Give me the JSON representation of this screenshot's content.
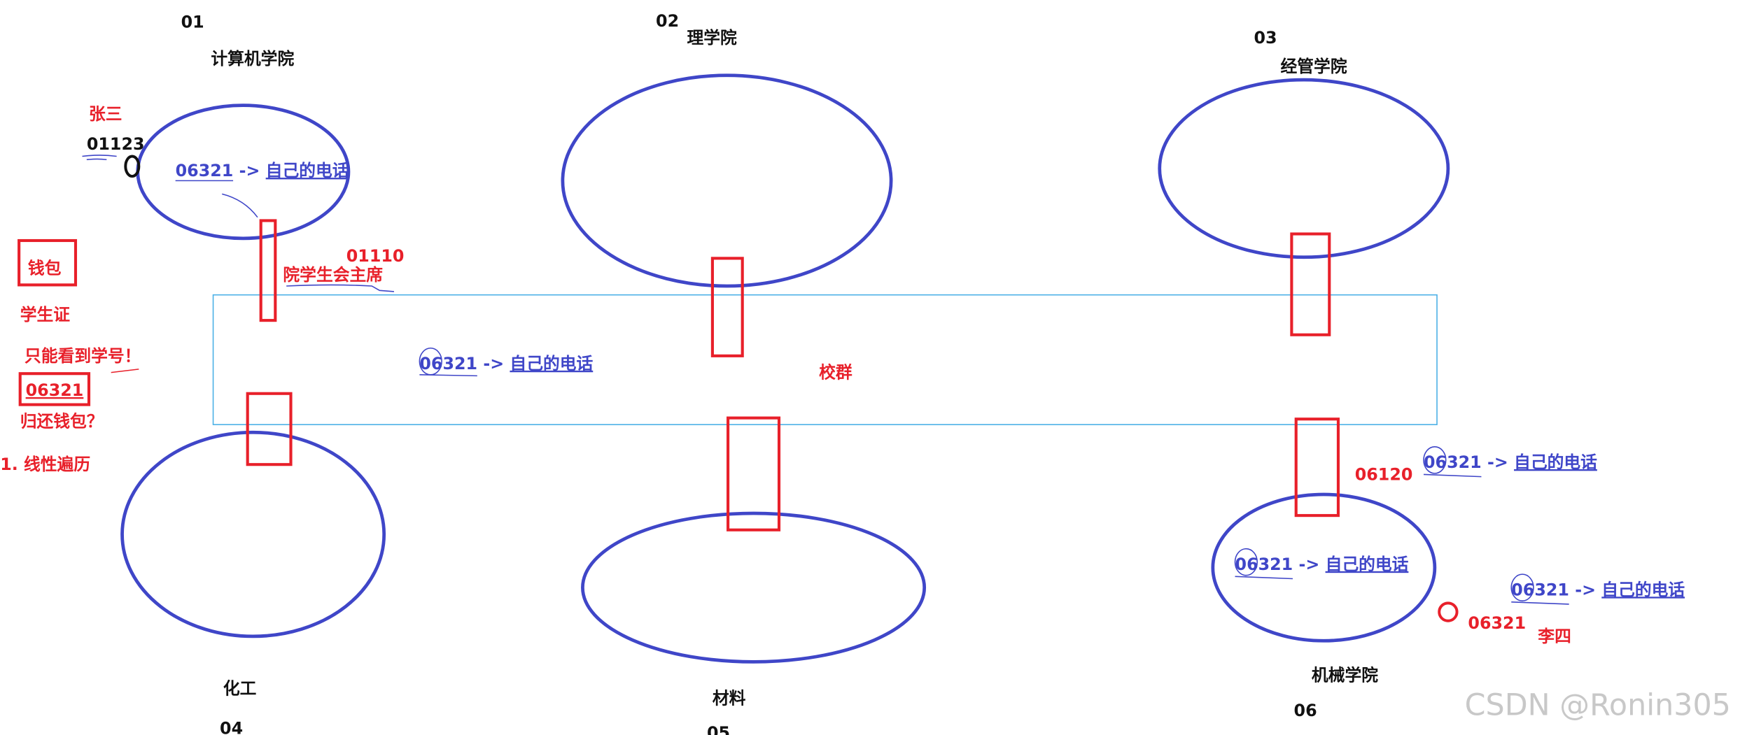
{
  "colors": {
    "blue": "#3f46c8",
    "red": "#e8202a",
    "group_box": "#4ab0e6",
    "black": "#111111"
  },
  "colleges": [
    {
      "code": "01",
      "name": "计算机学院"
    },
    {
      "code": "02",
      "name": "理学院"
    },
    {
      "code": "03",
      "name": "经管学院"
    },
    {
      "code": "04",
      "name": "化工"
    },
    {
      "code": "05",
      "name": "材料"
    },
    {
      "code": "06",
      "name": "机械学院"
    }
  ],
  "mapping_label": {
    "id": "06321",
    "arrow": "->",
    "target": "自己的电话"
  },
  "person_a": {
    "name": "张三",
    "id": "01123"
  },
  "person_b": {
    "name": "李四",
    "id": "06321"
  },
  "president": {
    "id": "01110",
    "title": "院学生会主席"
  },
  "gateway_06": {
    "id": "06120"
  },
  "school_group": "校群",
  "left_notes": {
    "wallet": "钱包",
    "student_card": "学生证",
    "only_id": "只能看到学号！",
    "id": "06321",
    "question": "归还钱包？",
    "method": "1. 线性遍历"
  },
  "watermark": "CSDN @Ronin305"
}
